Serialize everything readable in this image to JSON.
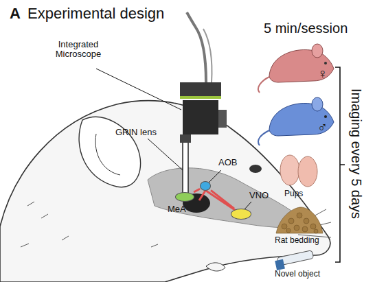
{
  "diagram": {
    "title": "Experimental design",
    "nodes": [
      {
        "text": [
          "MeA"
        ]
      },
      {
        "text": [
          "AOB"
        ]
      },
      {
        "text": [
          "VNO"
        ]
      }
    ],
    "edges": [
      {
        "from": 2,
        "to": 1,
        "arrow": "none"
      },
      {
        "from": 1,
        "to": 0,
        "arrow": "none"
      }
    ],
    "labels": [
      "A",
      "Integrated Microscope",
      "GRIN lens",
      "5 min/session",
      "♀",
      "♂",
      "Pups",
      "Rat bedding",
      "Novel object",
      "Imaging every 5 days"
    ]
  }
}
